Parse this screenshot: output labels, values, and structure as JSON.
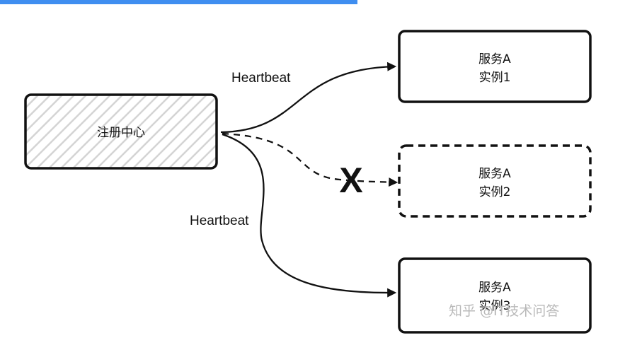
{
  "registry": {
    "label": "注册中心"
  },
  "instances": [
    {
      "name": "服务A",
      "id": "实例1",
      "status": "alive"
    },
    {
      "name": "服务A",
      "id": "实例2",
      "status": "failed"
    },
    {
      "name": "服务A",
      "id": "实例3",
      "status": "alive"
    }
  ],
  "edges": [
    {
      "label": "Heartbeat",
      "target": "实例1",
      "style": "solid"
    },
    {
      "label": "",
      "target": "实例2",
      "style": "dashed",
      "marker": "X"
    },
    {
      "label": "Heartbeat",
      "target": "实例3",
      "style": "solid"
    }
  ],
  "watermark": "知乎 @IT技术问答",
  "colors": {
    "top_bar": "#3f8ef0",
    "hatch": "#d4d4d4",
    "stroke": "#111111"
  }
}
